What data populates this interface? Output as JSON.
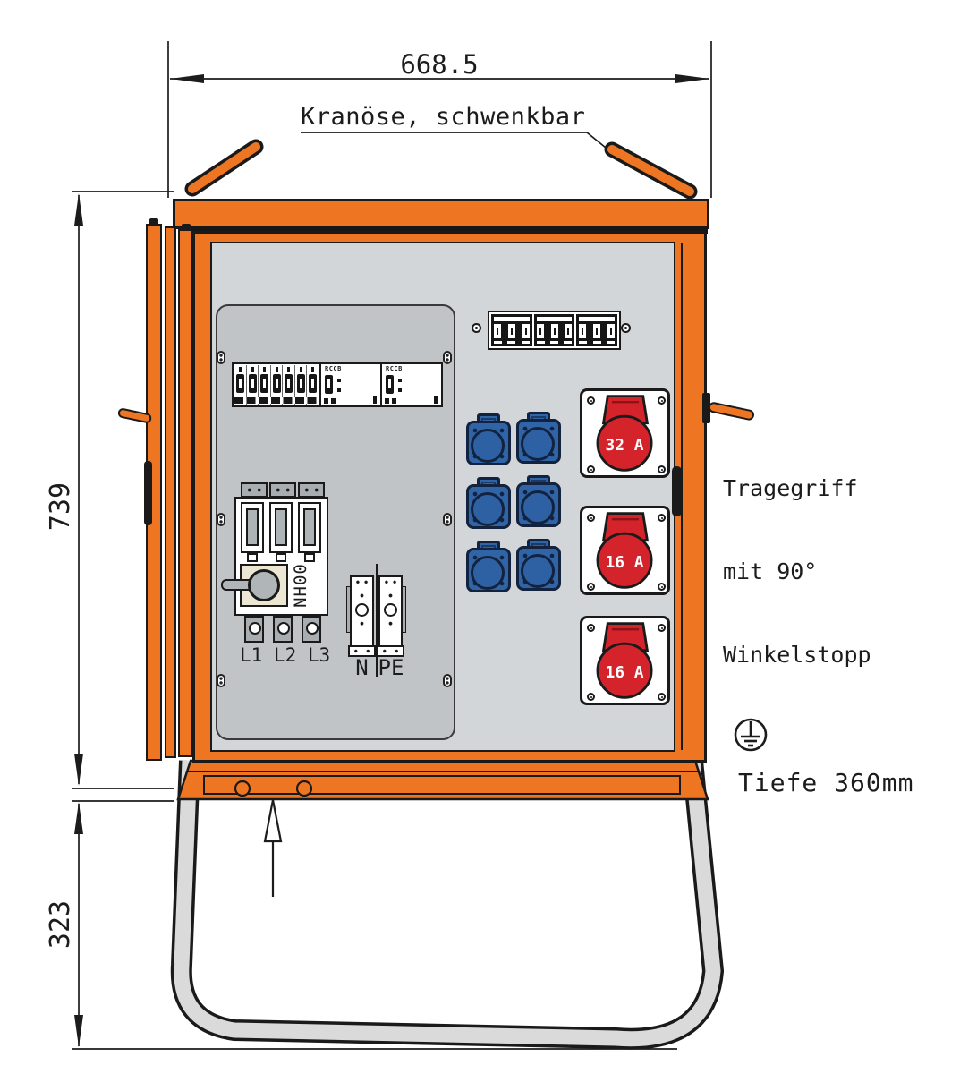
{
  "drawing": {
    "dimensions": {
      "width": "668.5",
      "height": "739",
      "stand_height": "323",
      "depth_note": "Tiefe 360mm"
    },
    "annotations": {
      "crane_eye": "Kranöse, schwenkbar",
      "handle_l1": "Tragegriff",
      "handle_l2": "mit 90°",
      "handle_l3": "Winkelstopp"
    },
    "components": {
      "rccb_1": "RCCB",
      "rccb_2": "RCCB",
      "fuse_switch": "NH00",
      "phases": "L1 L2 L3",
      "neutral": "N",
      "earth": "PE",
      "cee_sockets": [
        {
          "label": "32 A"
        },
        {
          "label": "16 A"
        },
        {
          "label": "16 A"
        }
      ]
    },
    "icons": {
      "crane_eye": "orange-diagonal-lifting-lug",
      "earth_symbol": "circle-with-ground-bars",
      "up_arrow": "hollow-upward-arrow",
      "screw": "slotted-screw-head"
    },
    "colors": {
      "cabinet_orange": "#ee7623",
      "socket_red": "#d5232b",
      "socket_blue": "#2f64a7",
      "line_dark": "#1a1a1a",
      "interior_gray": "#d3d6d8",
      "panel_gray": "#c0c4c7",
      "stand_gray": "#dadada"
    }
  }
}
